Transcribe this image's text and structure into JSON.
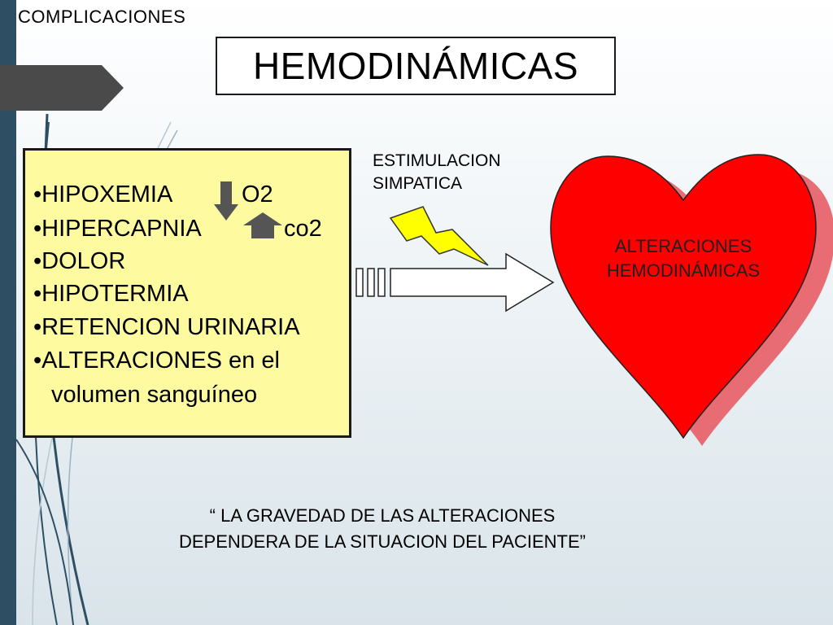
{
  "slide": {
    "section_label": "COMPLICACIONES",
    "title": "HEMODINÁMICAS"
  },
  "causes": [
    {
      "bullet": "•",
      "label": "HIPOXEMIA",
      "indicator": {
        "icon": "arrow-down-icon",
        "value": "O2"
      }
    },
    {
      "bullet": "•",
      "label": "HIPERCAPNIA",
      "indicator": {
        "icon": "arrow-up-icon",
        "value": "co2"
      }
    },
    {
      "bullet": "•",
      "label": "DOLOR"
    },
    {
      "bullet": "•",
      "label": "HIPOTERMIA"
    },
    {
      "bullet": "•",
      "label": "RETENCION URINARIA"
    },
    {
      "bullet": "•",
      "label": "ALTERACIONES en el"
    },
    {
      "bullet": "",
      "label": "volumen sanguíneo"
    }
  ],
  "stimulus": {
    "label_line1": "ESTIMULACION",
    "label_line2": "SIMPATICA",
    "icon": "lightning-bolt-icon"
  },
  "result": {
    "label_line1": "ALTERACIONES",
    "label_line2": "HEMODINÁMICAS",
    "icon": "heart-icon"
  },
  "quote": {
    "line1": "“ LA GRAVEDAD DE LAS ALTERACIONES",
    "line2": "DEPENDERA DE LA SITUACION DEL PACIENTE”"
  },
  "colors": {
    "box_fill": "#fdfaa0",
    "heart": "#ff0000",
    "heart_shadow": "#e85d66",
    "bolt": "#ffff00",
    "indicator_arrow": "#555555",
    "sidebar": "#2e4e63"
  }
}
